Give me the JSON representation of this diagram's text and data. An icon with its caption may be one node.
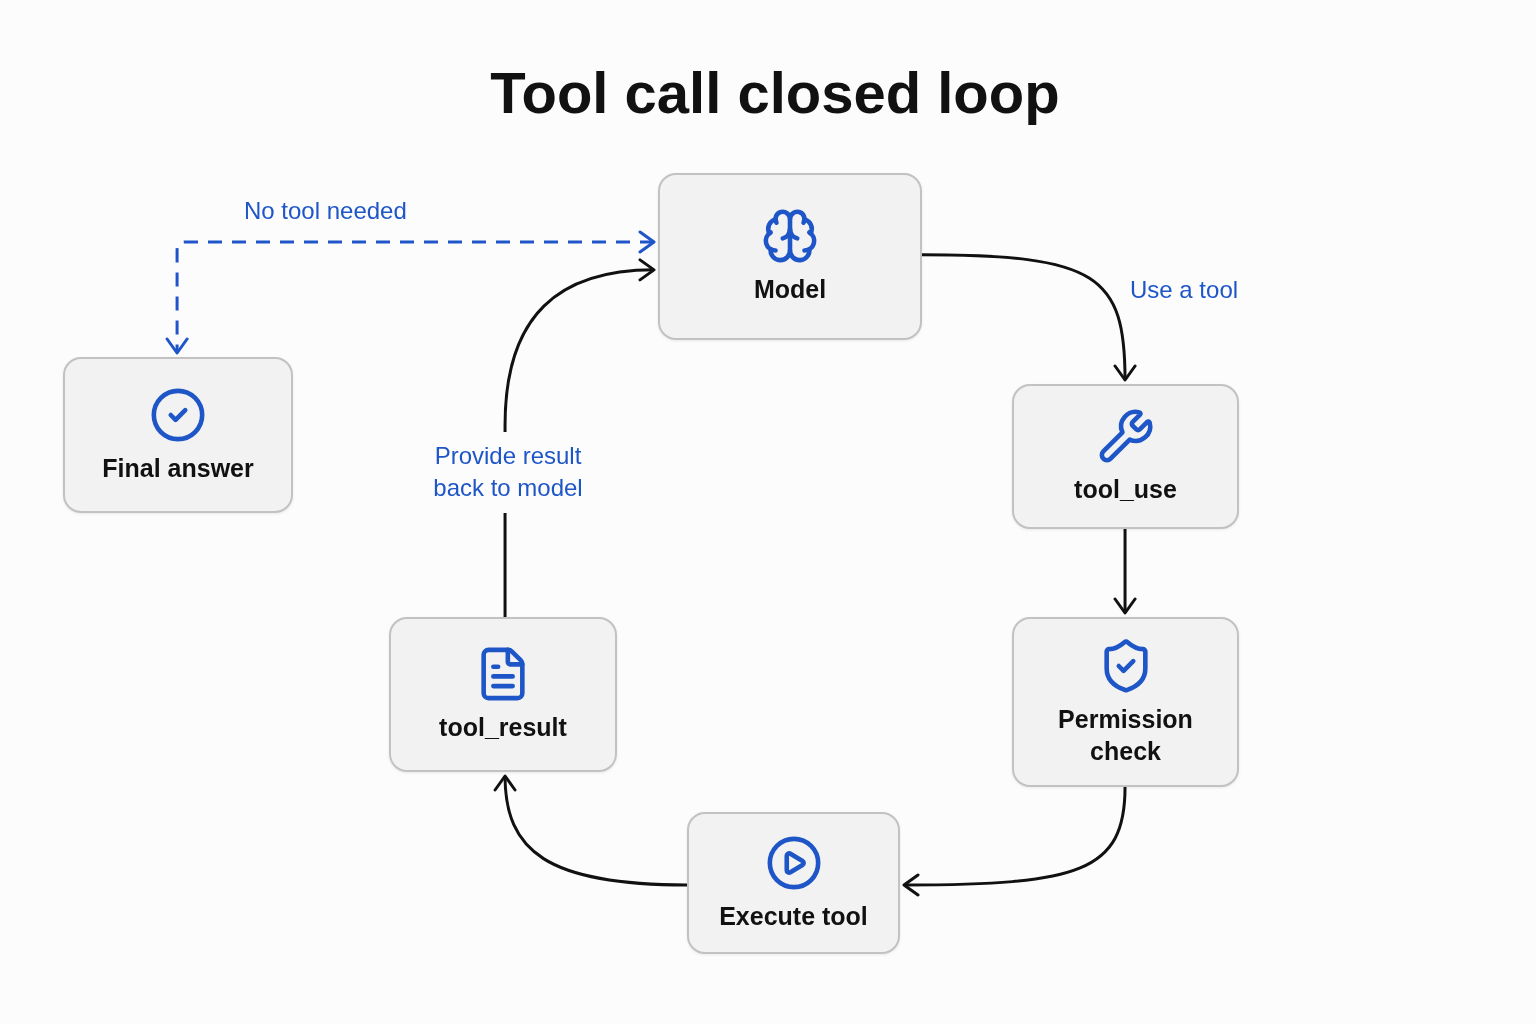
{
  "diagram": {
    "title": "Tool call closed loop",
    "nodes": [
      {
        "text": [
          "Model"
        ]
      },
      {
        "text": [
          "tool_use"
        ]
      },
      {
        "text": [
          "Permission check"
        ]
      },
      {
        "text": [
          "Execute tool"
        ]
      },
      {
        "text": [
          "tool_result"
        ]
      },
      {
        "text": [
          "Final answer"
        ]
      }
    ],
    "edges": [
      {
        "from": 0,
        "to": 1,
        "arrow": "to",
        "label": "Use a tool"
      },
      {
        "from": 1,
        "to": 2,
        "arrow": "to"
      },
      {
        "from": 2,
        "to": 3,
        "arrow": "to"
      },
      {
        "from": 3,
        "to": 4,
        "arrow": "to"
      },
      {
        "from": 4,
        "to": 0,
        "arrow": "to",
        "label": "Provide result back to model"
      },
      {
        "from": 0,
        "to": 5,
        "arrow": "both",
        "label": "No tool needed",
        "style": "dashed",
        "color": "#1f55c8"
      }
    ]
  }
}
